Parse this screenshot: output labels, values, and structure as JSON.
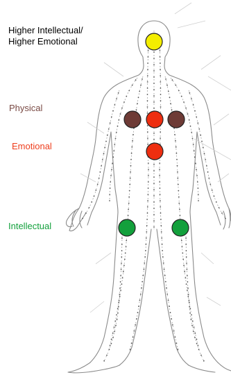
{
  "labels": {
    "higher_line1": "Higher Intellectual/",
    "higher_line2": "Higher Emotional",
    "physical": "Physical",
    "emotional": "Emotional",
    "intellectual": "Intellectual"
  },
  "colors": {
    "higher": "#f4ee00",
    "physical": "#6e3b36",
    "emotional": "#ee2e10",
    "intellectual": "#13a03c",
    "physical_label": "#7a4a44",
    "emotional_label": "#ee3d1c",
    "intellectual_label": "#13a03c",
    "figure_line": "#8a8a8a",
    "meridian_dot": "#555555"
  },
  "centers": [
    {
      "name": "higher-center",
      "group": "higher"
    },
    {
      "name": "physical-center-left",
      "group": "physical"
    },
    {
      "name": "emotional-center-upper",
      "group": "emotional"
    },
    {
      "name": "physical-center-right",
      "group": "physical"
    },
    {
      "name": "emotional-center-lower",
      "group": "emotional"
    },
    {
      "name": "intellectual-center-left",
      "group": "intellectual"
    },
    {
      "name": "intellectual-center-right",
      "group": "intellectual"
    }
  ],
  "icons": {
    "figure": "human-body-meridian-figure"
  }
}
